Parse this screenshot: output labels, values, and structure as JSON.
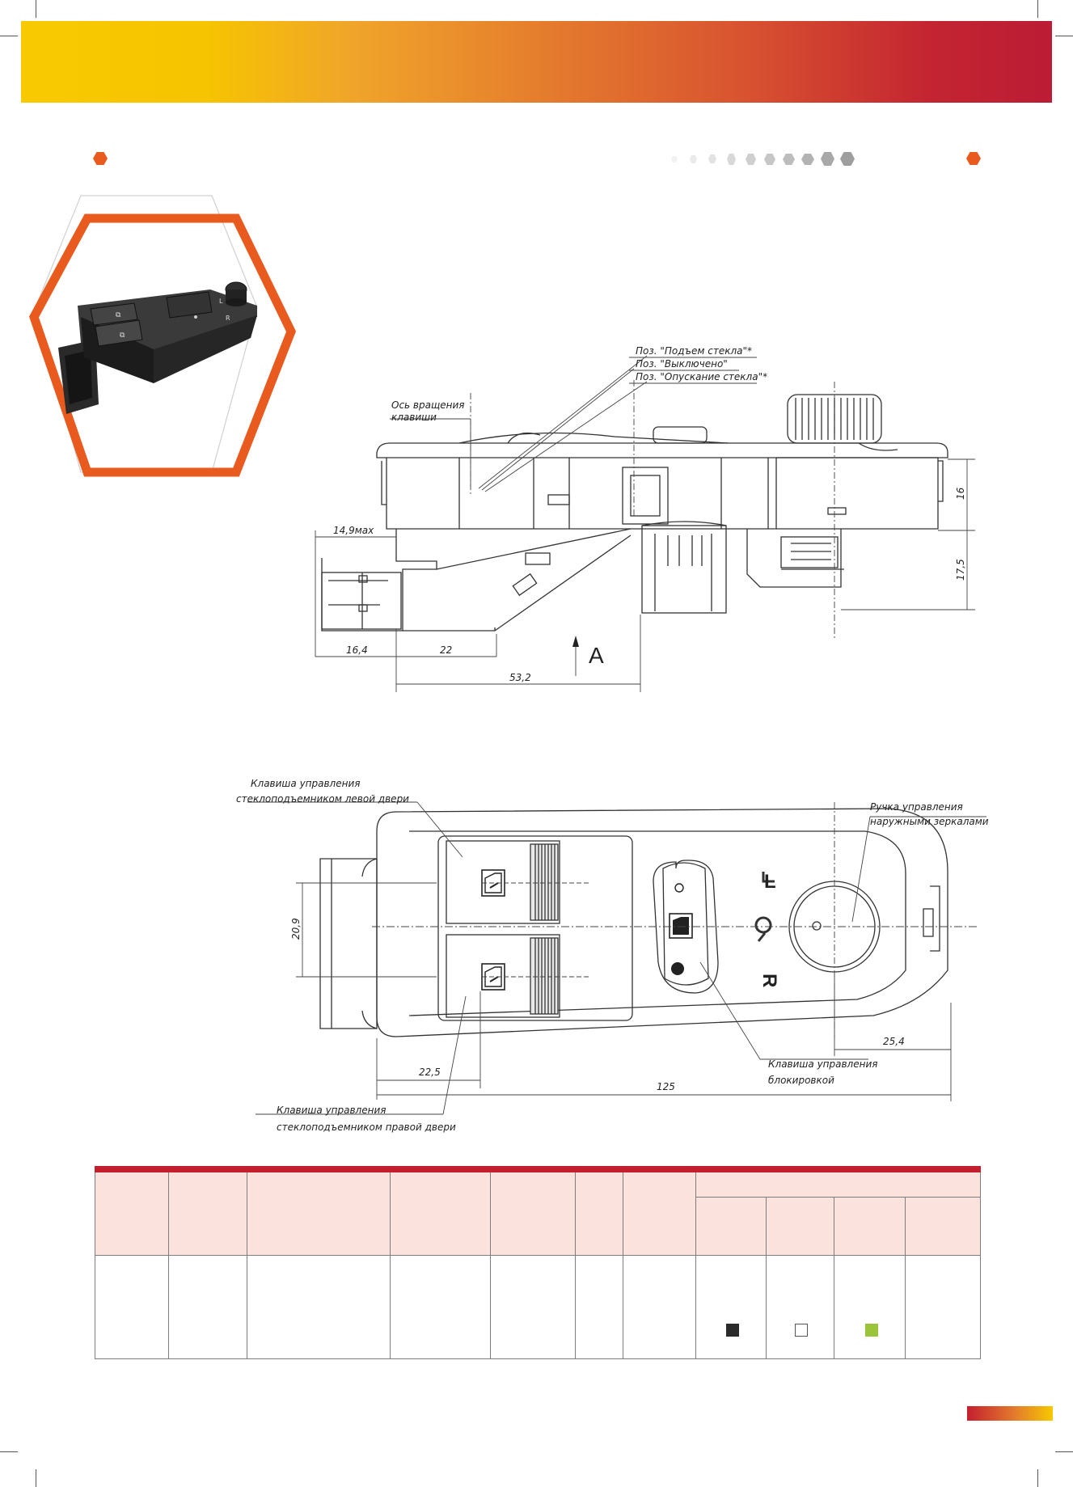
{
  "colors": {
    "accent_red": "#c41f2f",
    "accent_orange": "#e85a1e",
    "banner_start": "#f8c900",
    "banner_end": "#bc1c34",
    "table_header_bg": "#fbe2dc",
    "swatch_black": "#2b2b2b",
    "swatch_white": "#ffffff",
    "swatch_green": "#9bc43a"
  },
  "side_view": {
    "callout_raise": "Поз. \"Подъем стекла\"*",
    "callout_off": "Поз. \"Выключено\"",
    "callout_lower": "Поз. \"Опускание стекла\"*",
    "callout_axis_line1": "Ось вращения",
    "callout_axis_line2": "клавиши",
    "dim_14_9": "14,9мах",
    "dim_16_4": "16,4",
    "dim_22": "22",
    "dim_53_2": "53,2",
    "dim_16": "16",
    "dim_17_5": "17,5",
    "view_label": "A"
  },
  "top_view": {
    "callout_left_door_line1": "Клавиша управления",
    "callout_left_door_line2": "стеклоподъемником левой двери",
    "callout_right_door_line1": "Клавиша управления",
    "callout_right_door_line2": "стеклоподъемником правой двери",
    "callout_mirror_line1": "Ручка управления",
    "callout_mirror_line2": "наружными зеркалами",
    "callout_lock_line1": "Клавиша управления",
    "callout_lock_line2": "блокировкой",
    "label_L": "L",
    "label_R": "R",
    "dim_20_9": "20,9",
    "dim_22_5": "22,5",
    "dim_125": "125",
    "dim_25_4": "25,4"
  }
}
